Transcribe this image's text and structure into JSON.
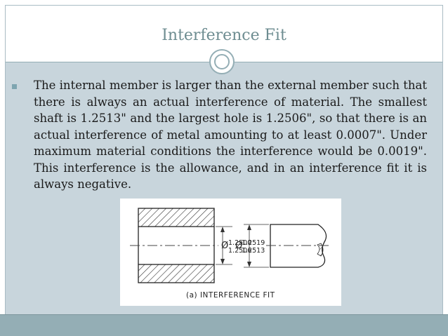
{
  "slide": {
    "title": "Interference Fit",
    "body": "The internal member is larger than the external member such that there is always an actual interference of material. The smallest shaft is 1.2513\" and the largest hole is 1.2506\", so that there is an actual interference of metal amounting to at least 0.0007\". Under maximum material conditions the interference would be 0.0019\". This interference is the allowance, and in an interference fit it is always negative."
  },
  "figure": {
    "hole_dim_max": "1.2500",
    "hole_dim_min": "1.2506",
    "shaft_dim_max": "1.2519",
    "shaft_dim_min": "1.2513",
    "diameter_symbol": "Ø",
    "caption": "(a)  INTERFERENCE FIT"
  },
  "colors": {
    "title": "#6e8d91",
    "content_bg": "#c8d5dc",
    "accent": "#94aeb5",
    "bullet": "#7ea5b0"
  }
}
